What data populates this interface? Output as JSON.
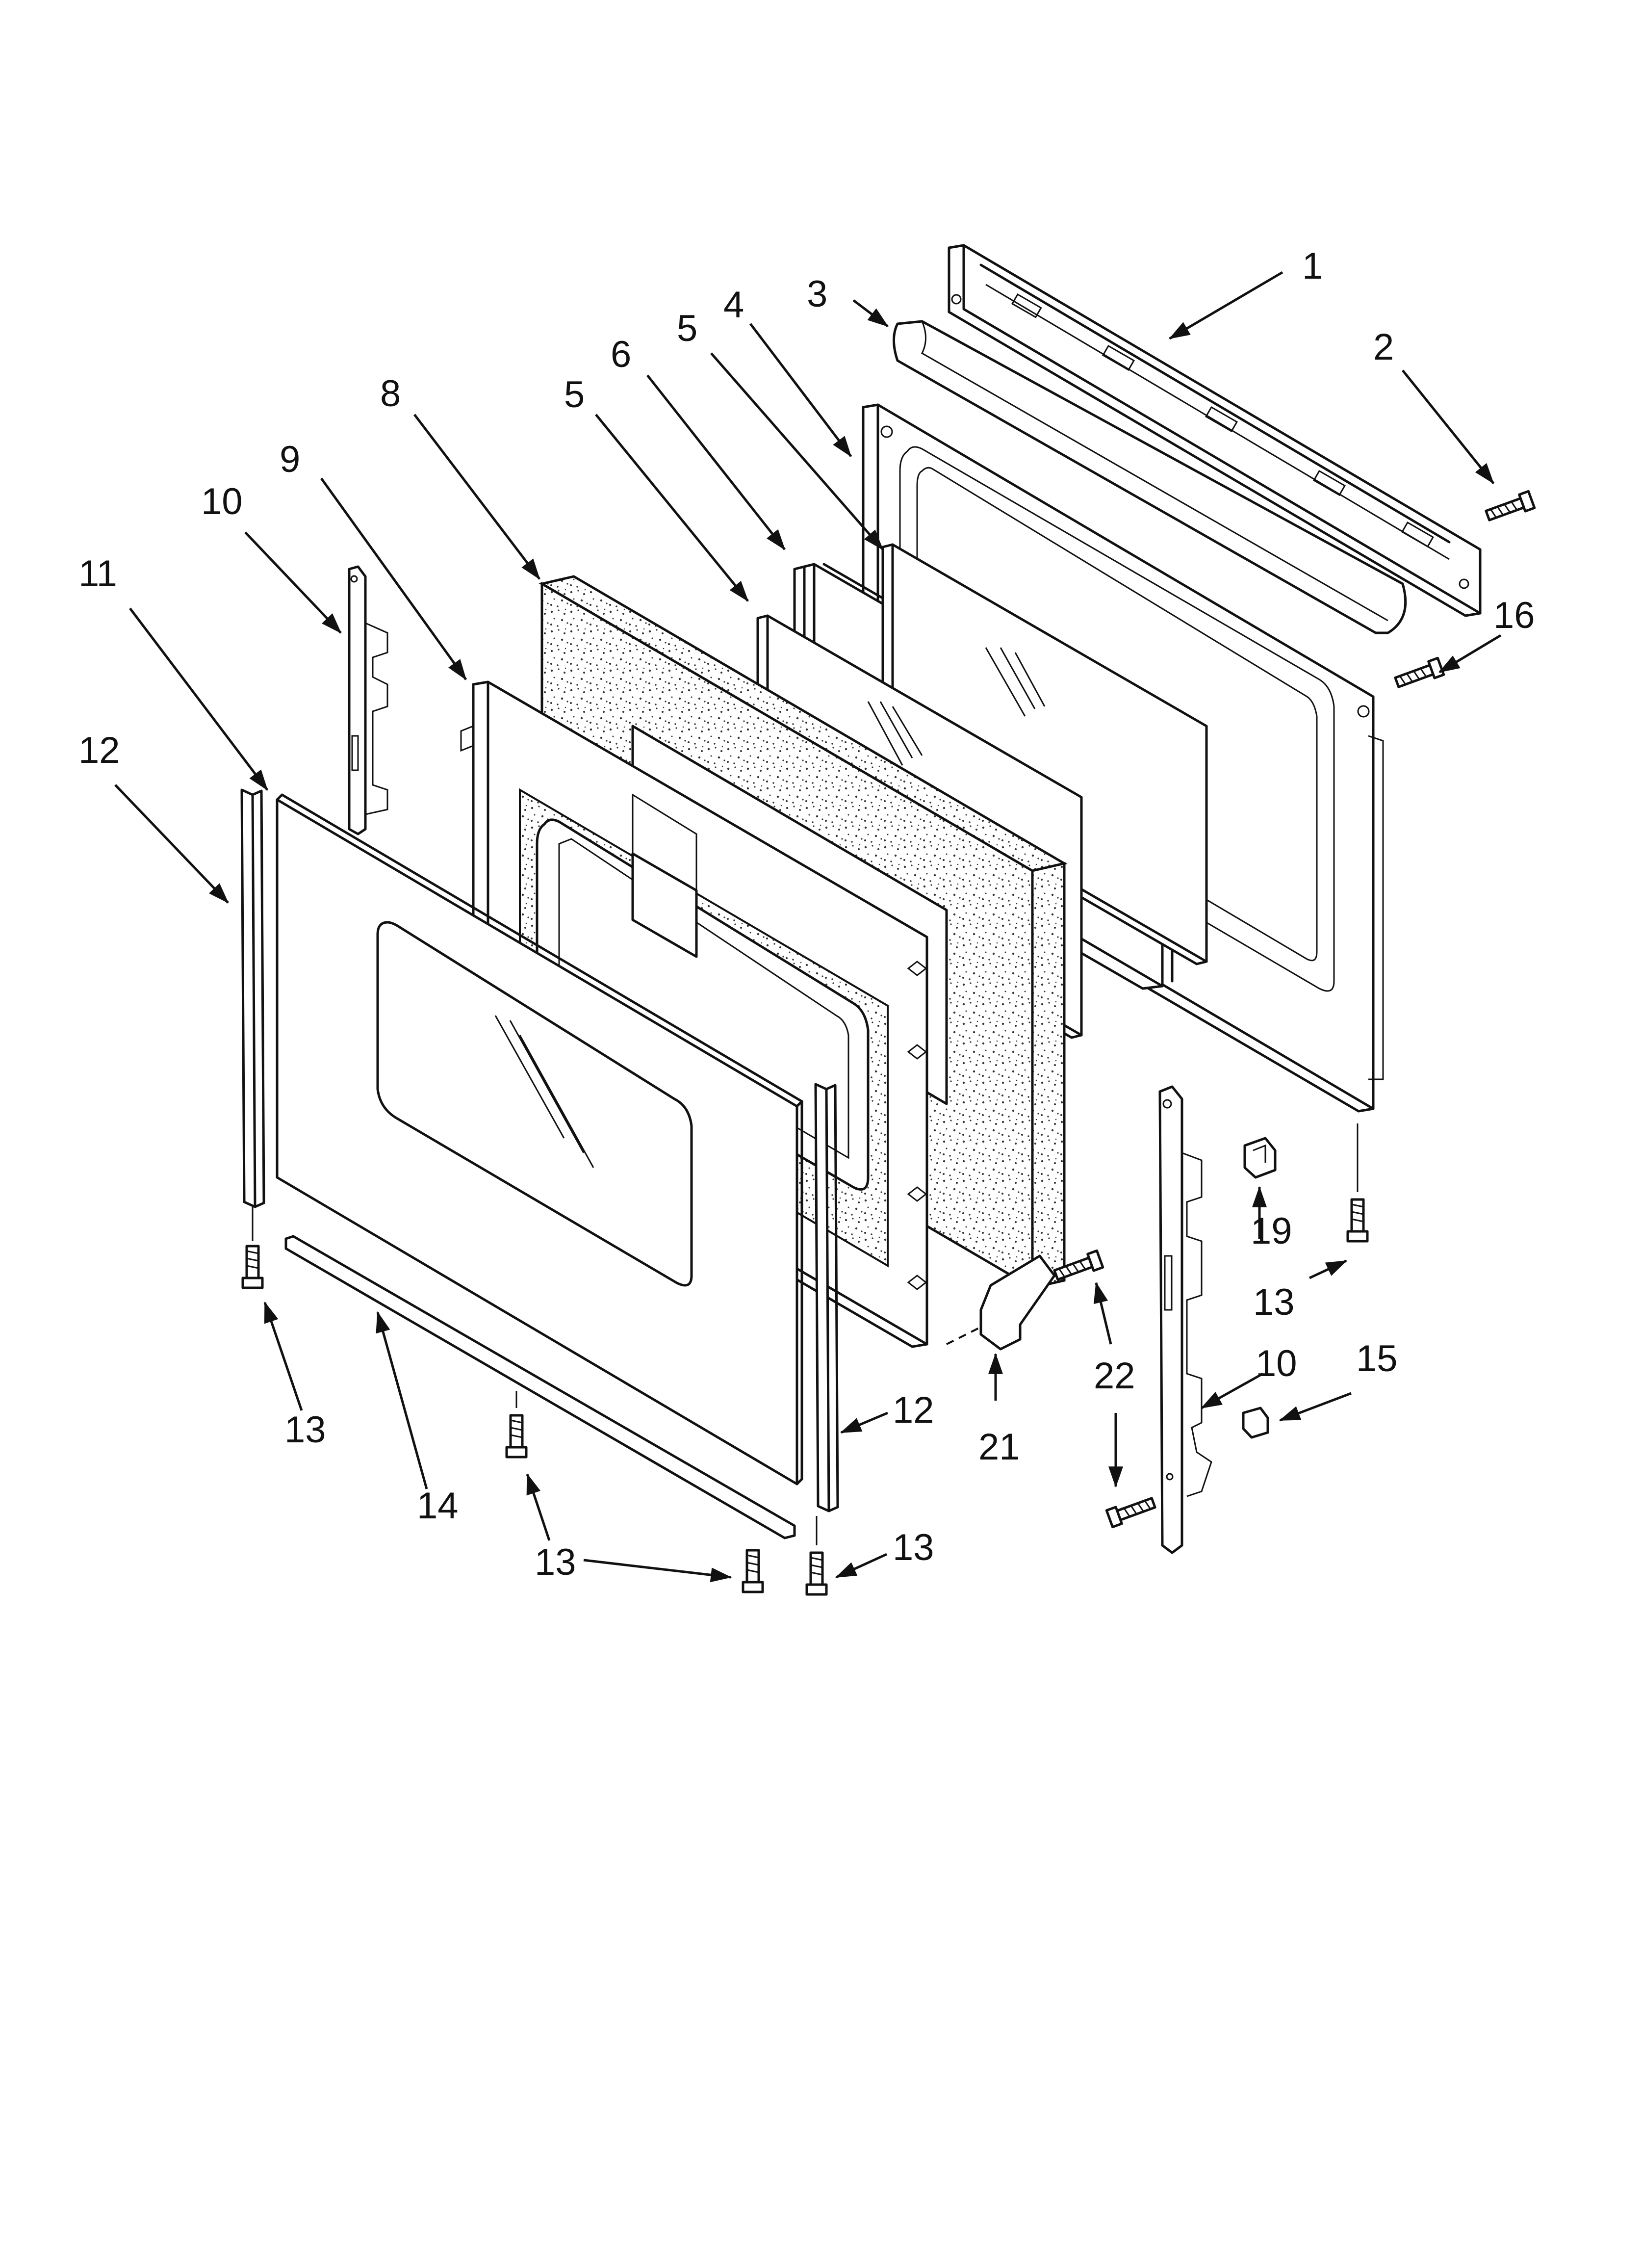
{
  "diagram": {
    "type": "exploded-parts-view",
    "callouts": [
      {
        "id": "c1",
        "label": "1"
      },
      {
        "id": "c2",
        "label": "2"
      },
      {
        "id": "c3",
        "label": "3"
      },
      {
        "id": "c4",
        "label": "4"
      },
      {
        "id": "c5a",
        "label": "5"
      },
      {
        "id": "c5b",
        "label": "5"
      },
      {
        "id": "c6",
        "label": "6"
      },
      {
        "id": "c8",
        "label": "8"
      },
      {
        "id": "c9",
        "label": "9"
      },
      {
        "id": "c10a",
        "label": "10"
      },
      {
        "id": "c10b",
        "label": "10"
      },
      {
        "id": "c11",
        "label": "11"
      },
      {
        "id": "c12a",
        "label": "12"
      },
      {
        "id": "c12b",
        "label": "12"
      },
      {
        "id": "c13a",
        "label": "13"
      },
      {
        "id": "c13b",
        "label": "13"
      },
      {
        "id": "c13c",
        "label": "13"
      },
      {
        "id": "c13d",
        "label": "13"
      },
      {
        "id": "c14",
        "label": "14"
      },
      {
        "id": "c15",
        "label": "15"
      },
      {
        "id": "c16",
        "label": "16"
      },
      {
        "id": "c19",
        "label": "19"
      },
      {
        "id": "c21",
        "label": "21"
      },
      {
        "id": "c22",
        "label": "22"
      }
    ]
  }
}
